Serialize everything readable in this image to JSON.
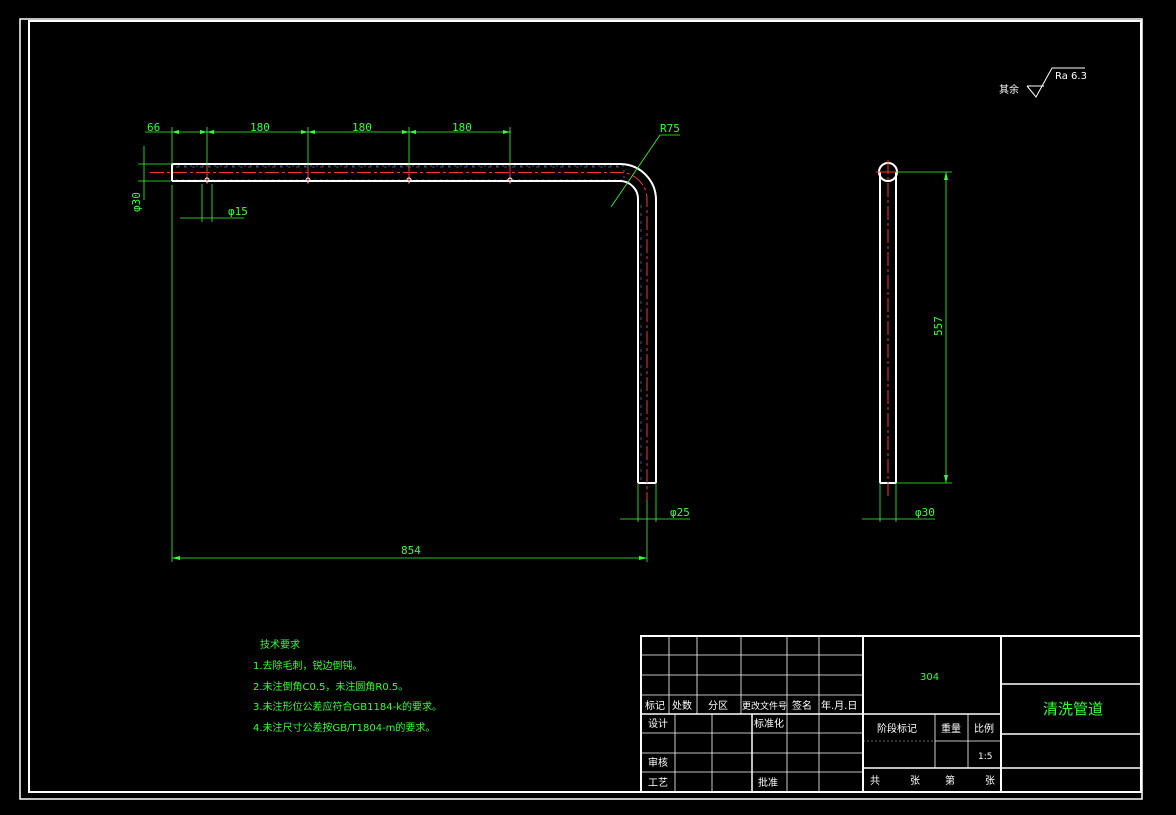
{
  "dimensions": {
    "d66": "66",
    "d180_1": "180",
    "d180_2": "180",
    "d180_3": "180",
    "r75": "R75",
    "phi30_left": "φ30",
    "phi15": "φ15",
    "phi25": "φ25",
    "d854": "854",
    "d557": "557",
    "phi30_side": "φ30"
  },
  "roughness": {
    "prefix": "其余",
    "value": "Ra 6.3"
  },
  "notes": {
    "title": "技术要求",
    "items": [
      "1.去除毛刺，锐边倒钝。",
      "2.未注倒角C0.5，未注圆角R0.5。",
      "3.未注形位公差应符合GB1184-k的要求。",
      "4.未注尺寸公差按GB/T1804-m的要求。"
    ]
  },
  "title_block": {
    "material": "304",
    "part_name": "清洗管道",
    "header_row": [
      "标记",
      "处数",
      "分区",
      "更改文件号",
      "签名",
      "年.月.日"
    ],
    "design": "设计",
    "standardize": "标准化",
    "review": "审核",
    "process": "工艺",
    "approve": "批准",
    "stage_mark": "阶段标记",
    "weight": "重量",
    "scale_label": "比例",
    "scale_value": "1:5",
    "total": "共",
    "sheets1": "张",
    "page": "第",
    "sheets2": "张"
  },
  "colors": {
    "background": "#000000",
    "outline": "#ffffff",
    "dimension": "#33ff33",
    "centerline": "#ff3333",
    "hatch": "#7fa8ff"
  }
}
